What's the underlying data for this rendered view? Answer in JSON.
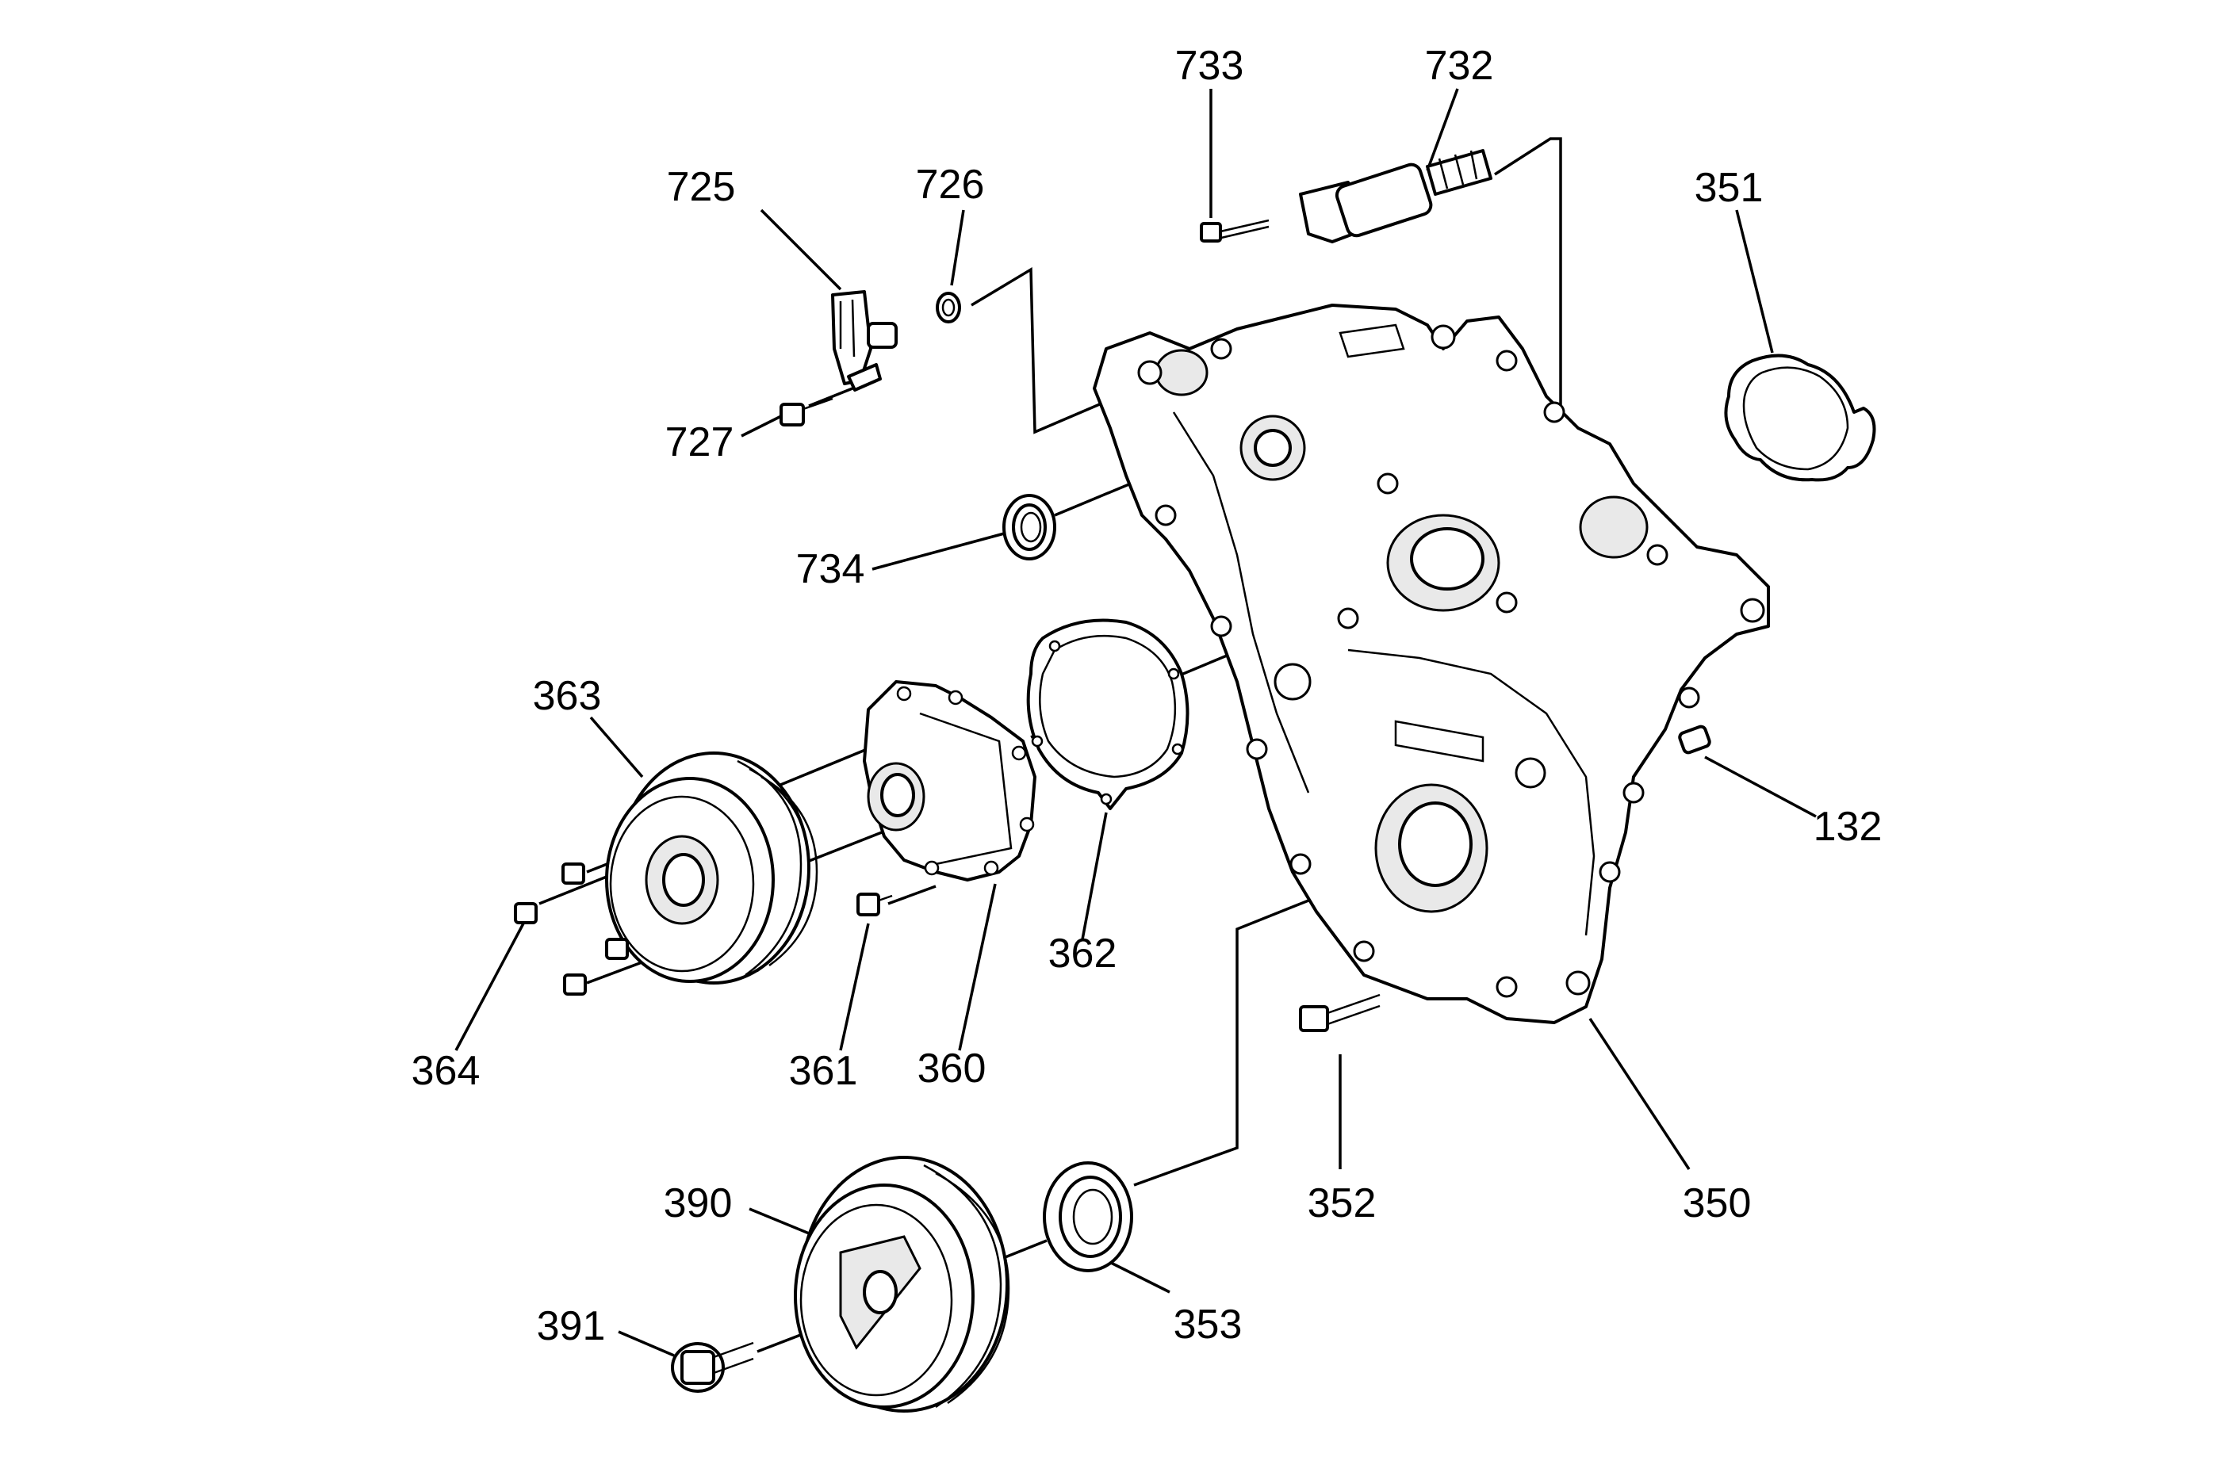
{
  "callouts": [
    {
      "id": "733",
      "text": "733"
    },
    {
      "id": "732",
      "text": "732"
    },
    {
      "id": "725",
      "text": "725"
    },
    {
      "id": "726",
      "text": "726"
    },
    {
      "id": "351",
      "text": "351"
    },
    {
      "id": "727",
      "text": "727"
    },
    {
      "id": "734",
      "text": "734"
    },
    {
      "id": "363",
      "text": "363"
    },
    {
      "id": "132",
      "text": "132"
    },
    {
      "id": "362",
      "text": "362"
    },
    {
      "id": "364",
      "text": "364"
    },
    {
      "id": "361",
      "text": "361"
    },
    {
      "id": "360",
      "text": "360"
    },
    {
      "id": "390",
      "text": "390"
    },
    {
      "id": "352",
      "text": "352"
    },
    {
      "id": "350",
      "text": "350"
    },
    {
      "id": "391",
      "text": "391"
    },
    {
      "id": "353",
      "text": "353"
    }
  ]
}
